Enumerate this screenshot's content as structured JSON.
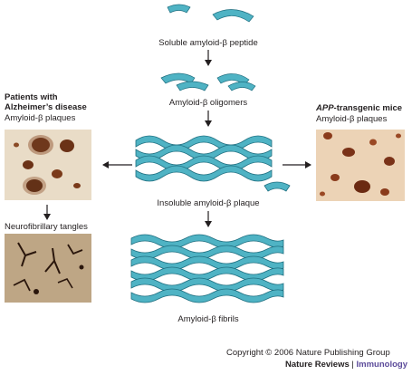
{
  "stages": {
    "soluble": "Soluble amyloid-β peptide",
    "oligomers": "Amyloid-β oligomers",
    "plaque": "Insoluble amyloid-β plaque",
    "fibrils": "Amyloid-β fibrils"
  },
  "left_panel": {
    "heading_line1": "Patients with",
    "heading_line2": "Alzheimer’s disease",
    "plaques_label": "Amyloid-β plaques",
    "tangles_label": "Neurofibrillary tangles"
  },
  "right_panel": {
    "heading_italic": "APP",
    "heading_rest": "-transgenic mice",
    "plaques_label": "Amyloid-β plaques"
  },
  "credit": {
    "copyright": "Copyright © 2006 Nature Publishing Group",
    "journal": "Nature Reviews",
    "separator": "|",
    "subjournal": "Immunology"
  },
  "colors": {
    "ribbon_fill": "#4fb3c4",
    "ribbon_stroke": "#1f6f80",
    "arrow": "#231f20"
  }
}
